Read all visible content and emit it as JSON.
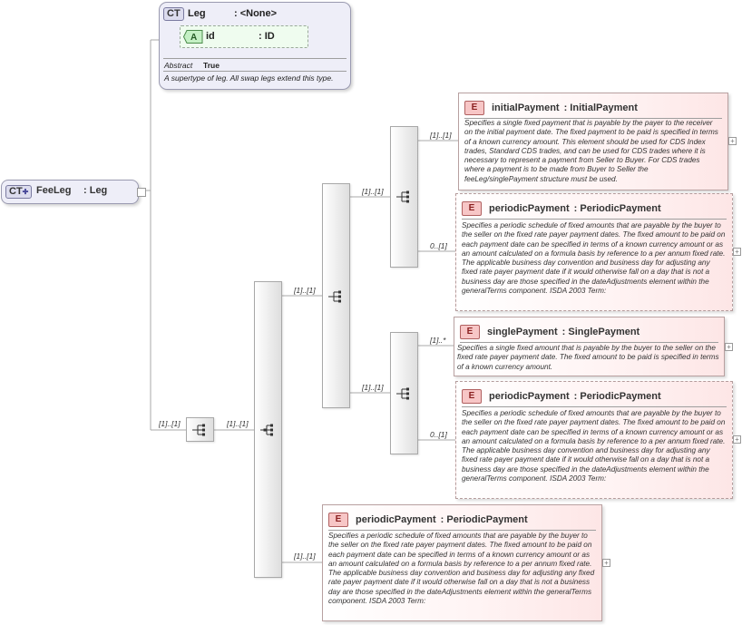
{
  "fee_leg": {
    "badge": "CT",
    "name": "FeeLeg",
    "type": ": Leg"
  },
  "leg_type": {
    "badge": "CT",
    "name": "Leg",
    "base": ": <None>",
    "attribute": {
      "badge": "A",
      "name": "id",
      "type": ": ID"
    },
    "abstract_label": "Abstract",
    "abstract_value": "True",
    "doc": "A supertype of leg. All swap legs extend this type."
  },
  "cards": {
    "c_main": "[1]..[1]",
    "c_choice": "[1]..[1]",
    "c_seq_a": "[1]..[1]",
    "c_seq_b": "[1]..[1]",
    "c_tail": "[1]..[1]",
    "c_initial": "[1]..[1]",
    "c_period_a": "0..[1]",
    "c_single": "[1]..*",
    "c_period_b": "0..[1]"
  },
  "elements": {
    "initial_payment": {
      "badge": "E",
      "name": "initialPayment",
      "type": ": InitialPayment",
      "doc": "Specifies a single fixed payment that is payable by the payer to the receiver on the initial payment date. The fixed payment to be paid is specified in terms of a known currency amount. This element should be used for CDS Index trades, Standard CDS trades, and can be used for CDS trades where it is necessary to represent a payment from Seller to Buyer. For CDS trades where a payment is to be made from Buyer to Seller the feeLeg/singlePayment structure must be used."
    },
    "periodic_payment_1": {
      "badge": "E",
      "name": "periodicPayment",
      "type": ": PeriodicPayment",
      "doc": "Specifies a periodic schedule of fixed amounts that are payable by the buyer to the seller on the fixed rate payer payment dates. The fixed amount to be paid on each payment date can be specified in terms of a known currency amount or as an amount calculated on a formula basis by reference to a per annum fixed rate. The applicable business day convention and business day for adjusting any fixed rate payer payment date if it would otherwise fall on a day that is not a business day are those specified in the dateAdjustments element within the generalTerms component. ISDA 2003 Term:"
    },
    "single_payment": {
      "badge": "E",
      "name": "singlePayment",
      "type": ": SinglePayment",
      "doc": "Specifies a single fixed amount that is payable by the buyer to the seller on the fixed rate payer payment date. The fixed amount to be paid is specified in terms of a known currency amount."
    },
    "periodic_payment_2": {
      "badge": "E",
      "name": "periodicPayment",
      "type": ": PeriodicPayment",
      "doc": "Specifies a periodic schedule of fixed amounts that are payable by the buyer to the seller on the fixed rate payer payment dates. The fixed amount to be paid on each payment date can be specified in terms of a known currency amount or as an amount calculated on a formula basis by reference to a per annum fixed rate. The applicable business day convention and business day for adjusting any fixed rate payer payment date if it would otherwise fall on a day that is not a business day are those specified in the dateAdjustments element within the generalTerms component. ISDA 2003 Term:"
    },
    "periodic_payment_3": {
      "badge": "E",
      "name": "periodicPayment",
      "type": ": PeriodicPayment",
      "doc": "Specifies a periodic schedule of fixed amounts that are payable by the buyer to the seller on the fixed rate payer payment dates. The fixed amount to be paid on each payment date can be specified in terms of a known currency amount or as an amount calculated on a formula basis by reference to a per annum fixed rate. The applicable business day convention and business day for adjusting any fixed rate payer payment date if it would otherwise fall on a day that is not a business day are those specified in the dateAdjustments element within the generalTerms component. ISDA 2003 Term:"
    }
  },
  "icons": {
    "ct_extension": "ct-extension-icon",
    "sequence": "sequence-icon",
    "choice": "choice-icon",
    "expand": "plus-icon"
  }
}
